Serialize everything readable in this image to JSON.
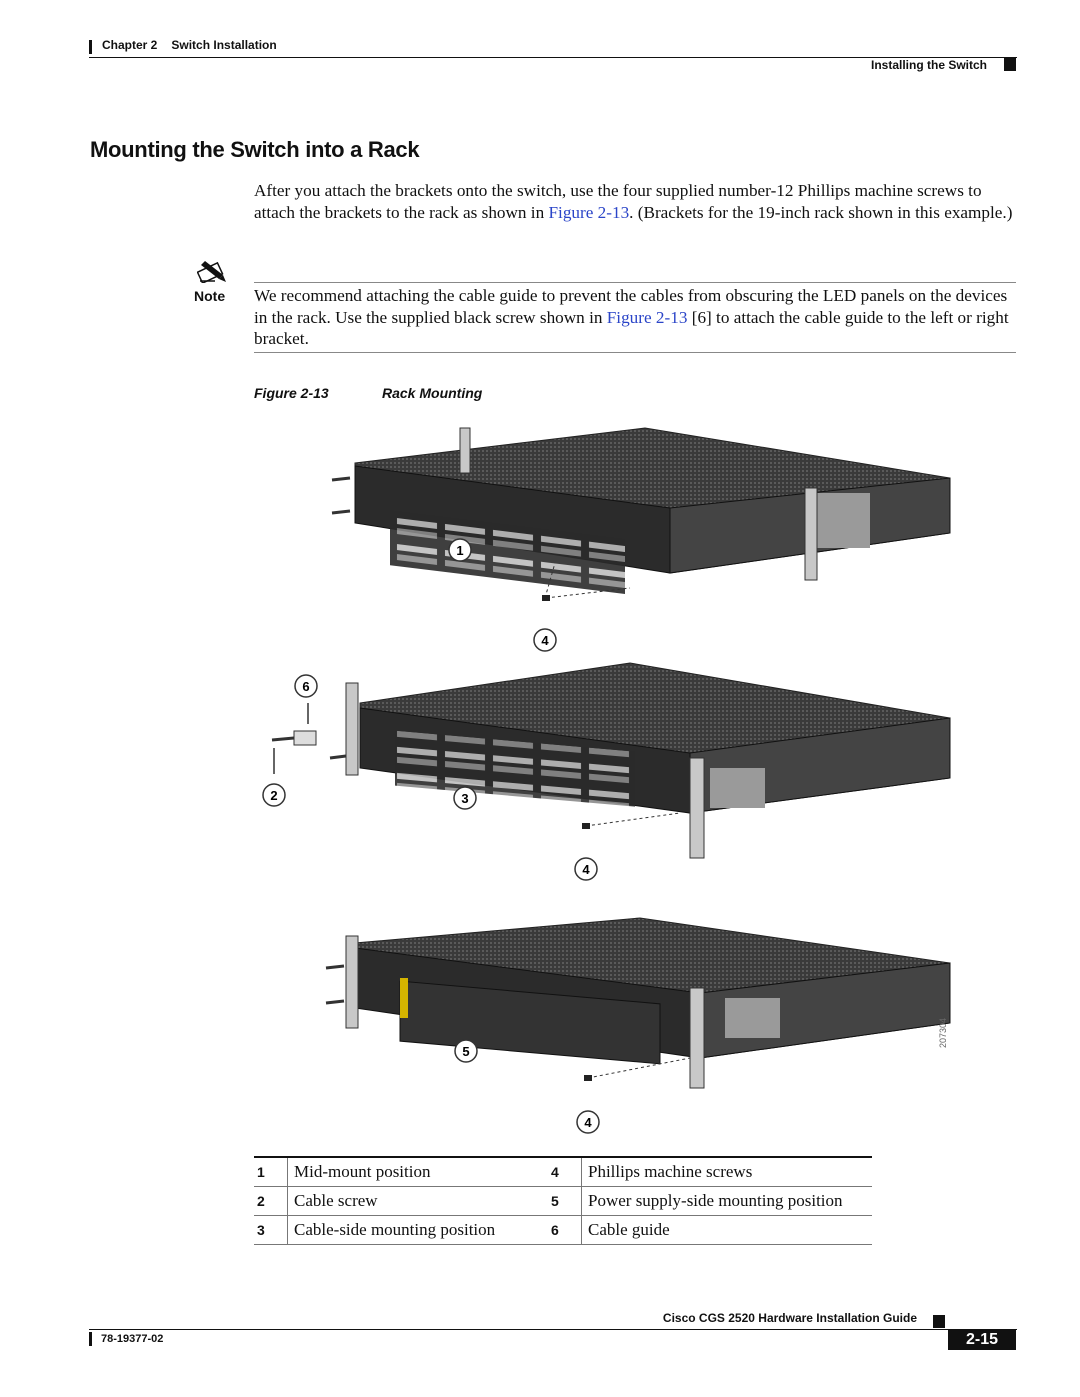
{
  "header": {
    "chapter_label": "Chapter 2",
    "chapter_title": "Switch Installation",
    "section_title": "Installing the Switch"
  },
  "section": {
    "title": "Mounting the Switch into a Rack"
  },
  "body": {
    "text_before_link": "After you attach the brackets onto the switch, use the four supplied number-12 Phillips machine screws to attach the brackets to the rack as shown in ",
    "link_text": "Figure 2-13",
    "text_after_link": ". (Brackets for the 19-inch rack shown in this example.)"
  },
  "note": {
    "label": "Note",
    "text_before_link": "We recommend attaching the cable guide to prevent the cables from obscuring the LED panels on the devices in the rack. Use the supplied black screw shown in ",
    "link_text": "Figure 2-13",
    "text_after_link": " [6] to attach the cable guide to the left or right bracket."
  },
  "figure": {
    "number": "Figure 2-13",
    "title": "Rack Mounting",
    "callouts": [
      "1",
      "4",
      "6",
      "2",
      "3",
      "4",
      "5",
      "4"
    ],
    "art_id": "207304"
  },
  "legend": {
    "rows": [
      {
        "n1": "1",
        "t1": "Mid-mount position",
        "n2": "4",
        "t2": "Phillips machine screws"
      },
      {
        "n1": "2",
        "t1": "Cable screw",
        "n2": "5",
        "t2": "Power supply-side mounting position"
      },
      {
        "n1": "3",
        "t1": "Cable-side mounting position",
        "n2": "6",
        "t2": "Cable guide"
      }
    ]
  },
  "footer": {
    "guide_title": "Cisco CGS 2520 Hardware Installation Guide",
    "doc_number": "78-19377-02",
    "page_number": "2-15"
  }
}
